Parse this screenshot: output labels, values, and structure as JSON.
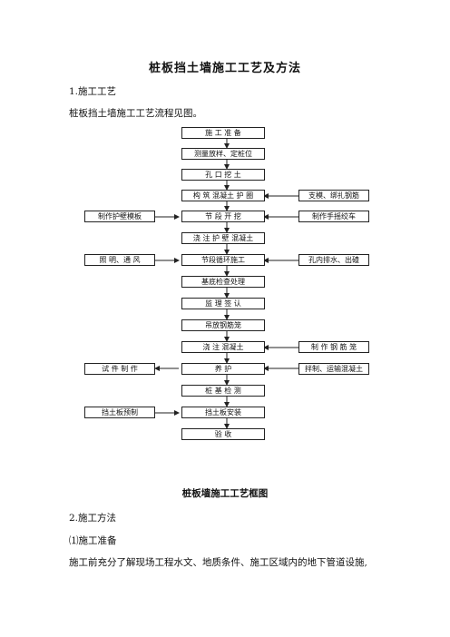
{
  "document": {
    "title": "桩板挡土墙施工工艺及方法",
    "section1_heading": "1.施工工艺",
    "section1_text": "桩板挡土墙施工工艺流程见图。",
    "figure_caption": "桩板墙施工工艺框图",
    "section2_heading": "2.施工方法",
    "subsection_heading": "⑴施工准备",
    "body_text": "施工前充分了解现场工程水文、地质条件、施工区域内的地下管道设施,"
  },
  "flowchart": {
    "main_steps": [
      "施 工 准 备",
      "测量放样、定桩位",
      "孔 口 挖 土",
      "构 筑 混凝土 护 圈",
      "节 段 开 挖",
      "浇 注 护 壁 混凝土",
      "节段循环施工",
      "基底检查处理",
      "监 理 签 认",
      "吊放钢筋笼",
      "浇  注  混凝土",
      "养    护",
      "桩 基 检 测",
      "挡土板安装",
      "验    收"
    ],
    "right_side": [
      "支模、绑扎钢筋",
      "制作手摇绞车",
      "孔内排水、出碴",
      "制 作 钢 筋 笼",
      "拌制、运输混凝土"
    ],
    "left_side": [
      "制作护壁模板",
      "照 明、通 风",
      "试 件 制 作",
      "挡土板预制"
    ]
  }
}
